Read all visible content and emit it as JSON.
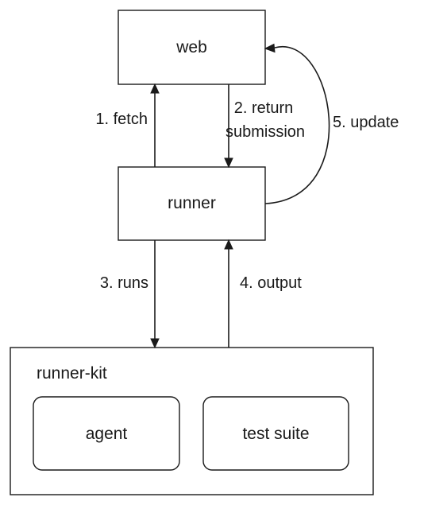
{
  "nodes": {
    "web": "web",
    "runner": "runner",
    "runner_kit": "runner-kit",
    "agent": "agent",
    "test_suite": "test suite"
  },
  "edges": {
    "fetch": "1. fetch",
    "return_line1": "2. return",
    "return_line2": "submission",
    "runs": "3. runs",
    "output": "4. output",
    "update": "5. update"
  }
}
